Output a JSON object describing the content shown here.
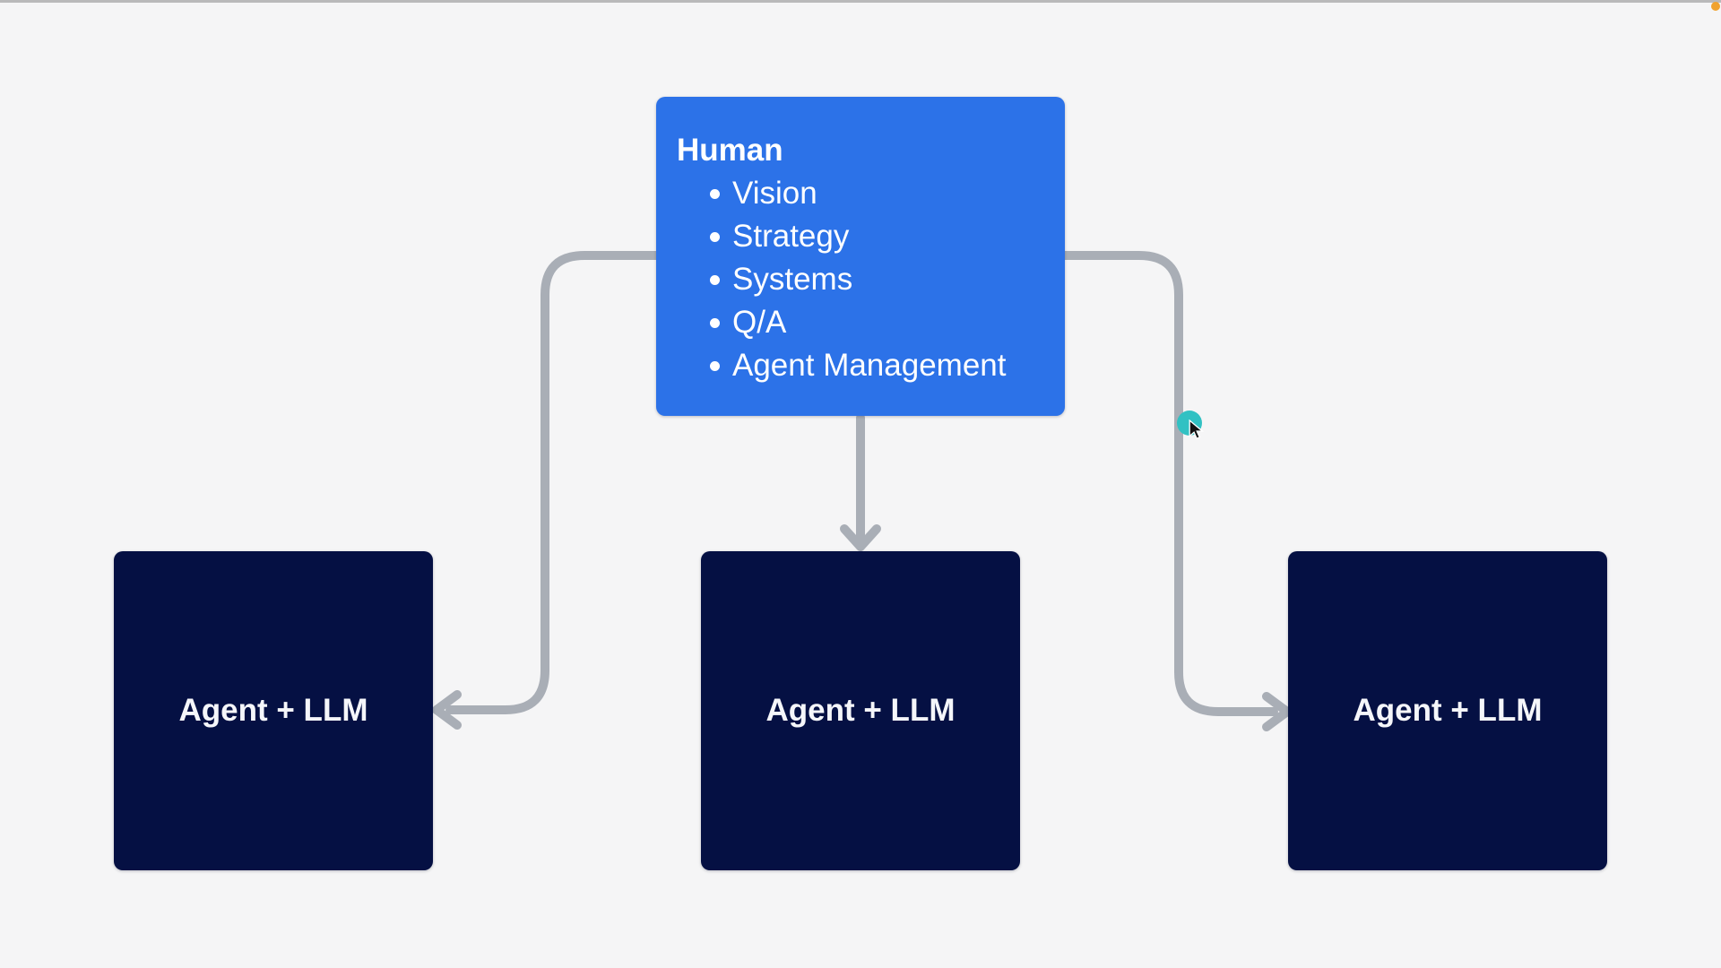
{
  "canvas": {
    "background_color": "#f5f5f6",
    "top_border_color": "#b9b9ba"
  },
  "status": {
    "recording_dot_color": "#f0a22e"
  },
  "presence": {
    "collaborator_dot_color": "#31c1c3"
  },
  "diagram": {
    "arrow_color": "#a9aeb6",
    "human_node": {
      "title": "Human",
      "bullets": [
        "Vision",
        "Strategy",
        "Systems",
        "Q/A",
        "Agent Management"
      ],
      "fill_color": "#2c72e8",
      "text_color": "#ffffff"
    },
    "agent_nodes": [
      {
        "label": "Agent + LLM"
      },
      {
        "label": "Agent + LLM"
      },
      {
        "label": "Agent + LLM"
      }
    ],
    "agent_fill_color": "#051043",
    "agent_text_color": "#f5f6fa"
  }
}
